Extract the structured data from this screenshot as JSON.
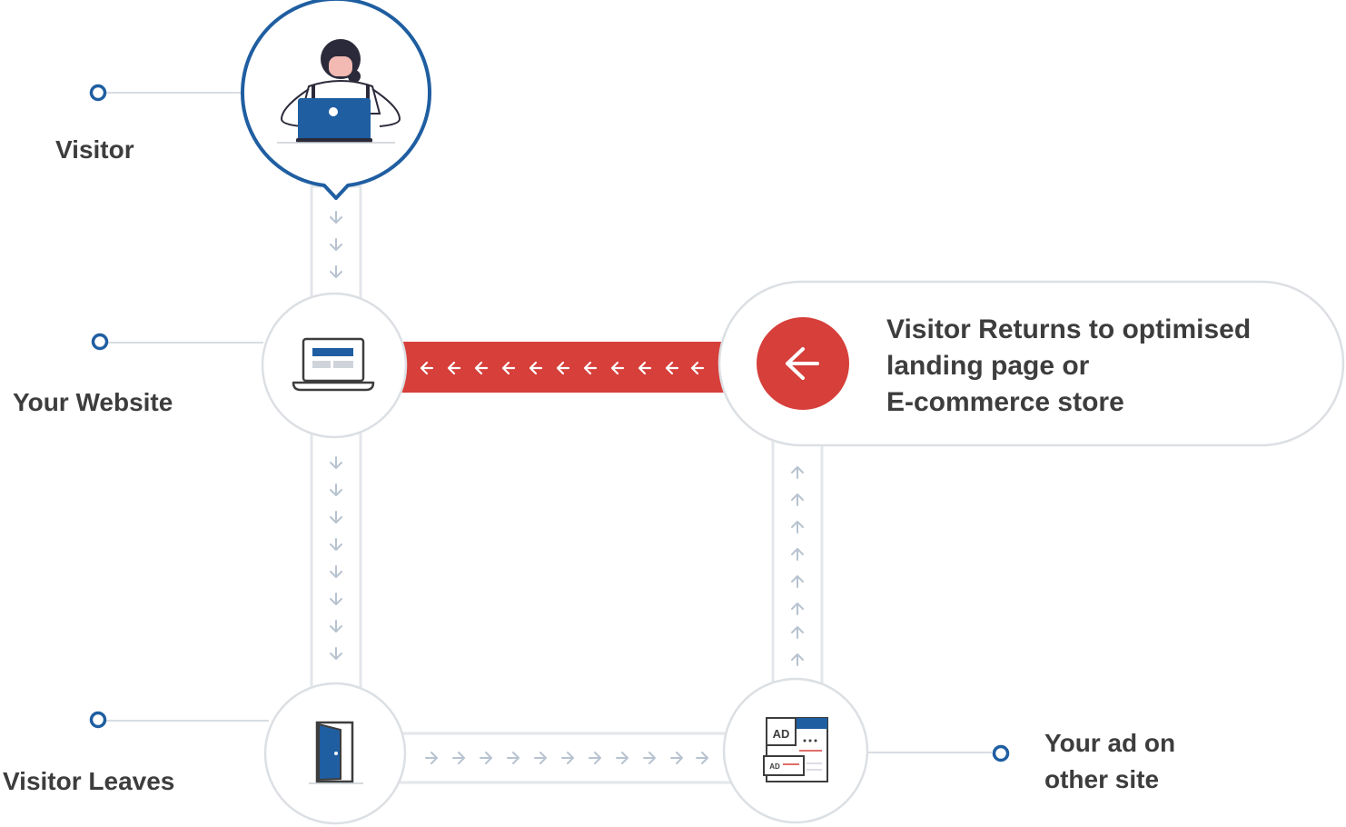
{
  "labels": {
    "visitor": "Visitor",
    "your_website": "Your Website",
    "visitor_leaves": "Visitor Leaves",
    "your_ad": [
      "Your ad on",
      "other site"
    ],
    "return_message": [
      "Visitor Returns to optimised",
      "landing page or",
      "E-commerce store"
    ]
  },
  "icons": {
    "ad_large": "AD",
    "ad_small": "AD"
  },
  "colors": {
    "accent_blue": "#1f5ea1",
    "accent_red": "#d63f3a",
    "track": "#e3e6ea",
    "arrow": "#b7c3d0",
    "text": "#3d3d3d"
  }
}
